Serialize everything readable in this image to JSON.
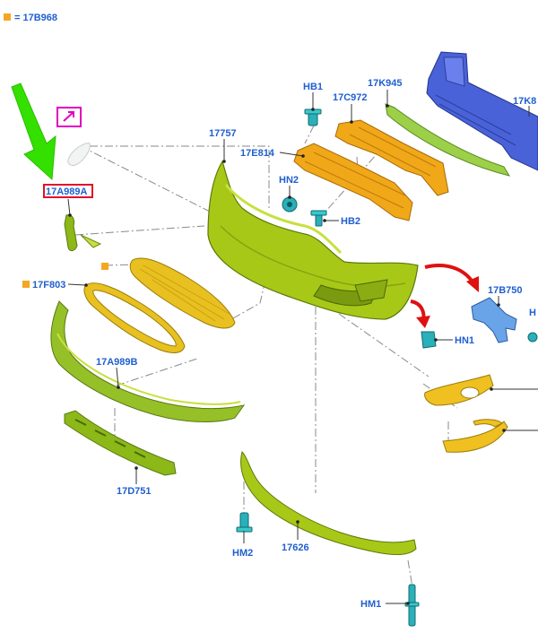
{
  "legend": {
    "marker_color": "#f5a623",
    "text": "= 17B968"
  },
  "labels": {
    "hb1": "HB1",
    "c972": "17C972",
    "k945": "17K945",
    "k8": "17K8",
    "l17757": "17757",
    "e814": "17E814",
    "hn2": "HN2",
    "hb2": "HB2",
    "a989a": "17A989A",
    "b750": "17B750",
    "h": "H",
    "hn1": "HN1",
    "f803": "17F803",
    "a989b": "17A989B",
    "d751": "17D751",
    "hm2": "HM2",
    "l17626": "17626",
    "hm1": "HM1"
  },
  "colors": {
    "label": "#1f5fd0",
    "highlight_box": "#e0102a",
    "link_box": "#e000c0",
    "pointer_arrow": "#33e000",
    "red_arrow": "#e01010",
    "bumper_green": "#a8c818",
    "absorber_orange": "#f0a818",
    "beam_blue": "#4a62d8",
    "bracket_blue": "#6aa4e8",
    "clip_teal": "#2ab0b8",
    "grille_yellow": "#e8c020"
  },
  "icons": {
    "link": "external-link-arrow-icon",
    "pointer": "large-pointer-arrow-icon"
  }
}
